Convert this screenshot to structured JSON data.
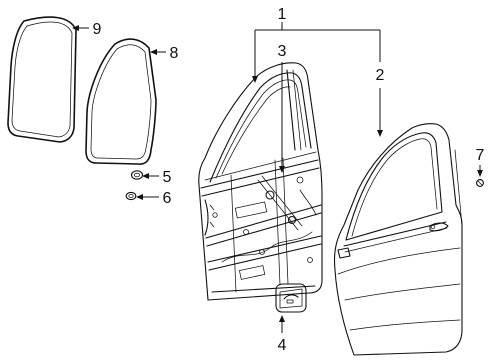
{
  "diagram": {
    "callouts": {
      "door_assembly": "1",
      "outer_panel": "2",
      "inner_structure": "3",
      "switch_bezel": "4",
      "plug_5": "5",
      "plug_6": "6",
      "clip_7": "7",
      "weatherstrip_8": "8",
      "weatherstrip_9": "9"
    }
  }
}
